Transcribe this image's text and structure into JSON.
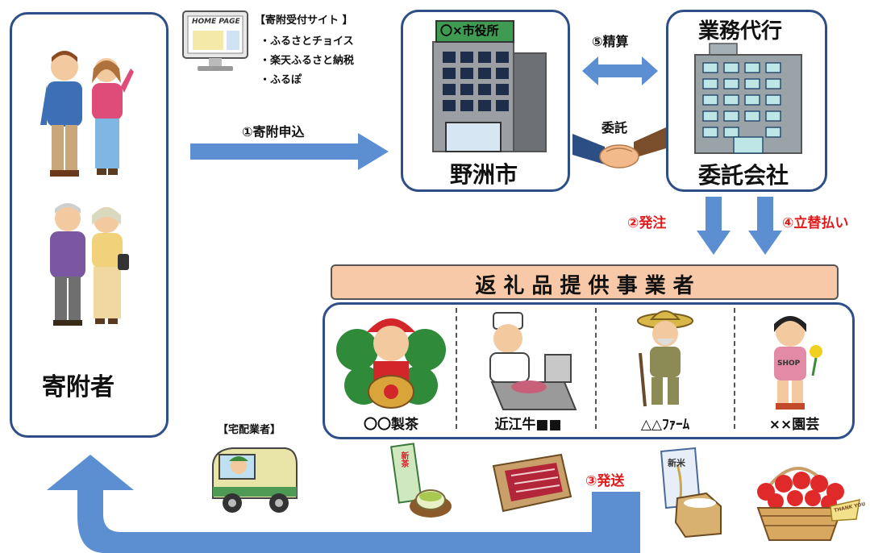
{
  "donor": {
    "label": "寄附者"
  },
  "site_list": {
    "title": "【寄附受付サイト 】",
    "items": [
      "・ふるさとチョイス",
      "・楽天ふるさと納税",
      "・ふるぽ"
    ],
    "screen_text": "HOME PAGE"
  },
  "city": {
    "sign": "〇×市役所",
    "label": "野洲市"
  },
  "agency": {
    "title": "業務代行",
    "label": "委託会社"
  },
  "flows": {
    "apply": "①寄附申込",
    "order": "②発注",
    "ship": "③発送",
    "advance": "④立替払い",
    "settle": "⑤精算",
    "consign": "委託"
  },
  "providers": {
    "header": "返 礼 品 提 供 事 業 者",
    "items": [
      "〇〇製茶",
      "近江牛■■",
      "△△ﾌｧｰﾑ",
      "××園芸"
    ]
  },
  "delivery": {
    "label": "【宅配業者】"
  },
  "goods": {
    "tea_tag": "新茶",
    "rice_tag": "新米",
    "shop_tag": "SHOP",
    "thanks_tag": "THANK YOU"
  },
  "colors": {
    "border": "#2e4f86",
    "arrow": "#5b8fd1",
    "header_fill": "#f7c9a8",
    "accent_red": "#e01b1b"
  }
}
